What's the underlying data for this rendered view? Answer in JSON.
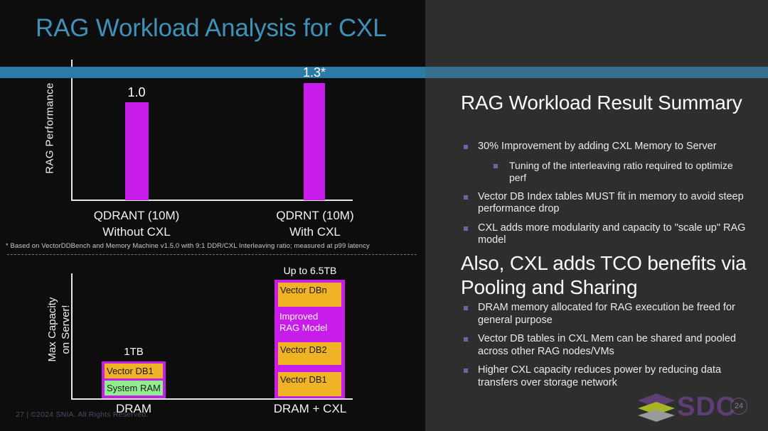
{
  "slide": {
    "title": "RAG Workload Analysis for CXL",
    "title_color": "#3f91b8",
    "accent_band_color": "#2c7ba6",
    "footer": "27 | ©2024 SNIA. All Rights Reserved."
  },
  "logo": {
    "text": "SDC",
    "badge": "24"
  },
  "footnote": "* Based on VectorDDBench and Memory Machine v1.5.0 with 9:1 DDR/CXL Interleaving ratio; measured at p99 latency",
  "chart_data": [
    {
      "type": "bar",
      "title": "",
      "xlabel": "",
      "ylabel": "RAG  Performance",
      "categories": [
        "QDRANT (10M)\nWithout CXL",
        "QDRNT (10M)\nWith CXL"
      ],
      "category_lines": [
        [
          "QDRANT (10M)",
          "Without CXL"
        ],
        [
          "QDRNT (10M)",
          "With CXL"
        ]
      ],
      "values": [
        1.0,
        1.3
      ],
      "data_labels": [
        "1.0",
        "1.3*"
      ],
      "ylim": [
        0,
        1.45
      ],
      "grid": false,
      "legend": "none",
      "bar_color": "#c81ceb",
      "axis_color": "#e6e6e6"
    },
    {
      "type": "bar",
      "title": "",
      "xlabel": "",
      "ylabel_lines": [
        "Max Capacity",
        "on Server!"
      ],
      "categories": [
        "DRAM",
        "DRAM + CXL"
      ],
      "values": [
        1,
        6.5
      ],
      "value_unit": "TB",
      "data_labels": [
        "1TB",
        "Up to 6.5TB"
      ],
      "ylim": [
        0,
        7.5
      ],
      "grid": false,
      "legend": "none",
      "container_color": "#c81ceb",
      "stacks": [
        {
          "category": "DRAM",
          "label": "1TB",
          "segments": [
            {
              "label": "Vector DB1",
              "color": "#f0b323"
            },
            {
              "label": "System RAM",
              "color": "#90ee90"
            }
          ]
        },
        {
          "category": "DRAM + CXL",
          "label": "Up to 6.5TB",
          "segments": [
            {
              "label": "Vector DBn",
              "color": "#f0b323"
            },
            {
              "label": "Improved RAG Model",
              "color": "#c81ceb"
            },
            {
              "label": "Vector DB2",
              "color": "#f0b323"
            },
            {
              "label": "Vector DB1",
              "color": "#f0b323"
            }
          ]
        }
      ]
    }
  ],
  "right": {
    "section1": {
      "heading": "RAG Workload Result Summary",
      "bullets": [
        {
          "level": 1,
          "text": "30% Improvement by adding CXL Memory to Server"
        },
        {
          "level": 2,
          "text": "Tuning of the interleaving ratio required to optimize perf"
        },
        {
          "level": 1,
          "text": "Vector DB Index tables MUST fit in memory to avoid steep performance drop"
        },
        {
          "level": 1,
          "text": "CXL adds more modularity and capacity to \"scale up\" RAG model"
        }
      ]
    },
    "section2": {
      "heading": "Also, CXL adds TCO benefits via Pooling and Sharing",
      "bullets": [
        {
          "level": 1,
          "text": "DRAM memory allocated for RAG execution be freed for general purpose"
        },
        {
          "level": 1,
          "text": "Vector DB tables in CXL Mem can be shared and pooled across other RAG nodes/VMs"
        },
        {
          "level": 1,
          "text": "Higher CXL capacity reduces power by reducing data transfers over storage network"
        }
      ]
    }
  }
}
